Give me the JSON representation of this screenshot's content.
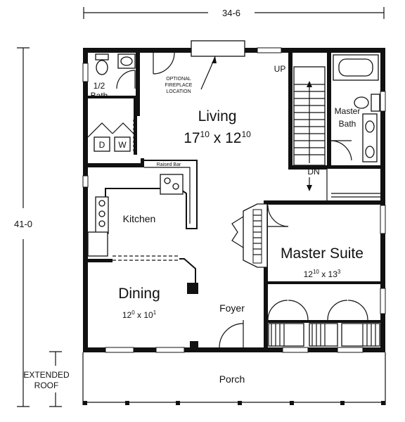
{
  "dimensions": {
    "width": "34-6",
    "depth": "41-0"
  },
  "extended_roof": [
    "EXTENDED",
    "ROOF"
  ],
  "rooms": {
    "half_bath": [
      "1/2",
      "Bath"
    ],
    "living": {
      "name": "Living",
      "size_main": "17",
      "size_sup1": "10",
      "size_x": " x 12",
      "size_sup2": "10"
    },
    "master_bath": [
      "Master",
      "Bath"
    ],
    "kitchen": "Kitchen",
    "dining": {
      "name": "Dining",
      "size_main": "12",
      "size_sup1": "0",
      "size_x": " x 10",
      "size_sup2": "1"
    },
    "foyer": "Foyer",
    "master_suite": {
      "name": "Master Suite",
      "size_main": "12",
      "size_sup1": "10",
      "size_x": " x 13",
      "size_sup2": "3"
    },
    "porch": "Porch"
  },
  "labels": {
    "fireplace": [
      "OPTIONAL",
      "FIREPLACE",
      "LOCATION"
    ],
    "raised_bar": "Raised Bar",
    "stairs_up": "UP",
    "stairs_down": "DN",
    "washer": "W",
    "dryer": "D"
  }
}
